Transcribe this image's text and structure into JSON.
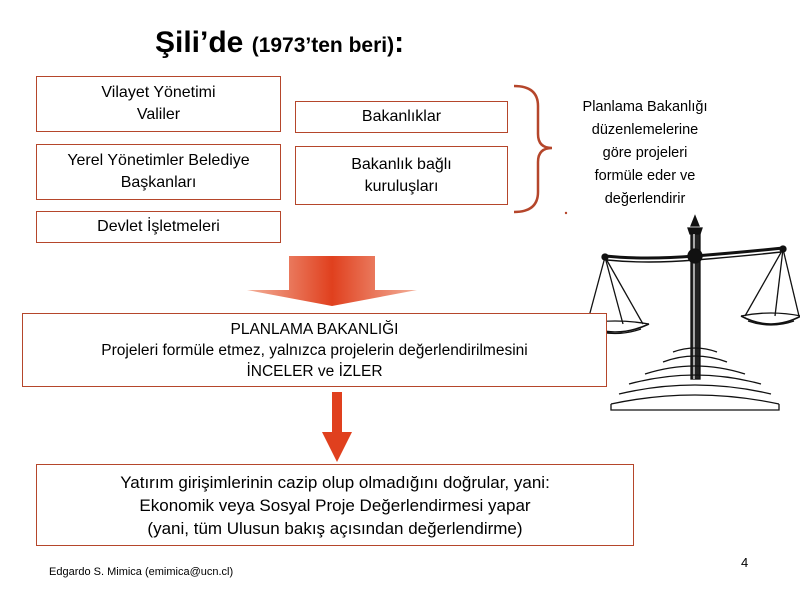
{
  "title": {
    "main": "Şili’de",
    "sub": "(1973’ten beri)",
    "colon": ":"
  },
  "left_boxes": [
    {
      "lines": [
        "Vilayet Yönetimi",
        "Valiler"
      ]
    },
    {
      "lines": [
        "Yerel Yönetimler Belediye",
        "Başkanları"
      ]
    },
    {
      "lines": [
        "Devlet İşletmeleri"
      ]
    }
  ],
  "middle_boxes": [
    {
      "lines": [
        "Bakanlıklar"
      ]
    },
    {
      "lines": [
        "Bakanlık bağlı",
        "kuruluşları"
      ]
    }
  ],
  "note": {
    "lines": [
      "Planlama Bakanlığı",
      "düzenlemelerine",
      "göre projeleri",
      "formüle eder ve",
      "değerlendirir"
    ]
  },
  "planning_box": {
    "lines": [
      "PLANLAMA BAKANLIĞI",
      "Projeleri formüle etmez, yalnızca projelerin değerlendirilmesini",
      "İNCELER ve İZLER"
    ]
  },
  "result_box": {
    "lines": [
      "Yatırım girişimlerinin cazip olup olmadığını doğrular, yani:",
      "Ekonomik veya Sosyal Proje Değerlendirmesi yapar",
      "(yani, tüm Ulusun bakış açısından değerlendirme)"
    ]
  },
  "page_number": "4",
  "footer": "Edgardo S. Mimica (emimica@ucn.cl)",
  "colors": {
    "border": "#b5462b",
    "arrow": "#e0401e",
    "arrow_light": "#f3b09a"
  },
  "icons": {
    "scale": "scales-of-justice-icon"
  }
}
